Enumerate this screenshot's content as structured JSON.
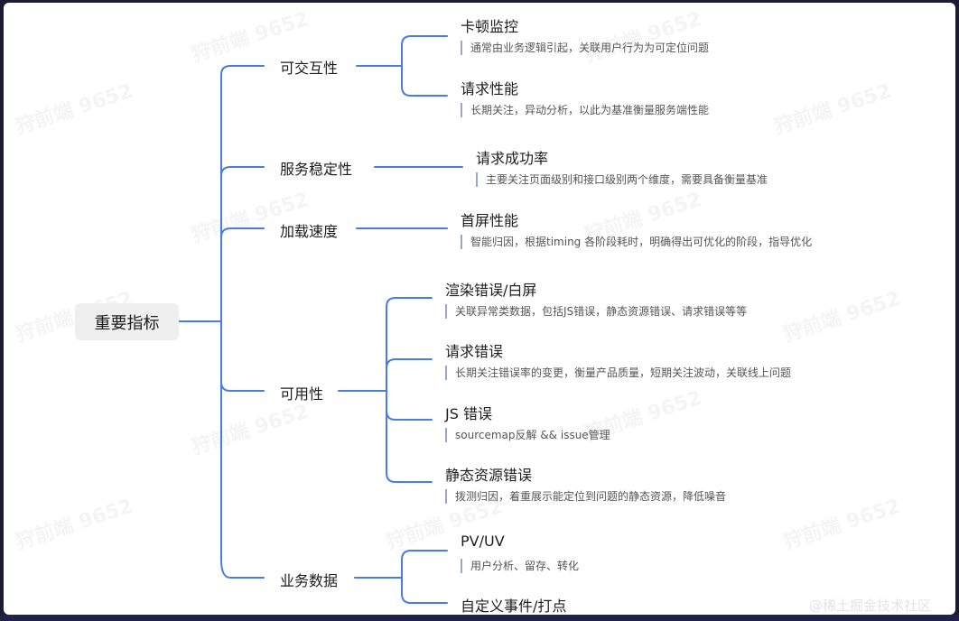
{
  "root": "重要指标",
  "watermark": "狩前端 9652",
  "credit": "@稀土掘金技术社区",
  "branches": [
    {
      "label": "可交互性",
      "children": [
        {
          "title": "卡顿监控",
          "note": "通常由业务逻辑引起，关联用户行为为可定位问题"
        },
        {
          "title": "请求性能",
          "note": "长期关注，异动分析，以此为基准衡量服务端性能"
        }
      ]
    },
    {
      "label": "服务稳定性",
      "children": [
        {
          "title": "请求成功率",
          "note": "主要关注页面级别和接口级别两个维度，需要具备衡量基准"
        }
      ]
    },
    {
      "label": "加载速度",
      "children": [
        {
          "title": "首屏性能",
          "note": "智能归因，根据timing 各阶段耗时，明确得出可优化的阶段，指导优化"
        }
      ]
    },
    {
      "label": "可用性",
      "children": [
        {
          "title": "渲染错误/白屏",
          "note": "关联异常类数据，包括JS错误，静态资源错误、请求错误等等"
        },
        {
          "title": "请求错误",
          "note": "长期关注错误率的变更，衡量产品质量，短期关注波动，关联线上问题"
        },
        {
          "title": "JS 错误",
          "note": "sourcemap反解 && issue管理"
        },
        {
          "title": "静态资源错误",
          "note": "拨测归因，着重展示能定位到问题的静态资源，降低噪音"
        }
      ]
    },
    {
      "label": "业务数据",
      "children": [
        {
          "title": "PV/UV",
          "note": "用户分析、留存、转化"
        },
        {
          "title": "自定义事件/打点",
          "note": ""
        }
      ]
    }
  ],
  "colors": {
    "connector": "#4a7de0",
    "note_bar": "#9aa7c9",
    "background": "#1c1b34"
  }
}
